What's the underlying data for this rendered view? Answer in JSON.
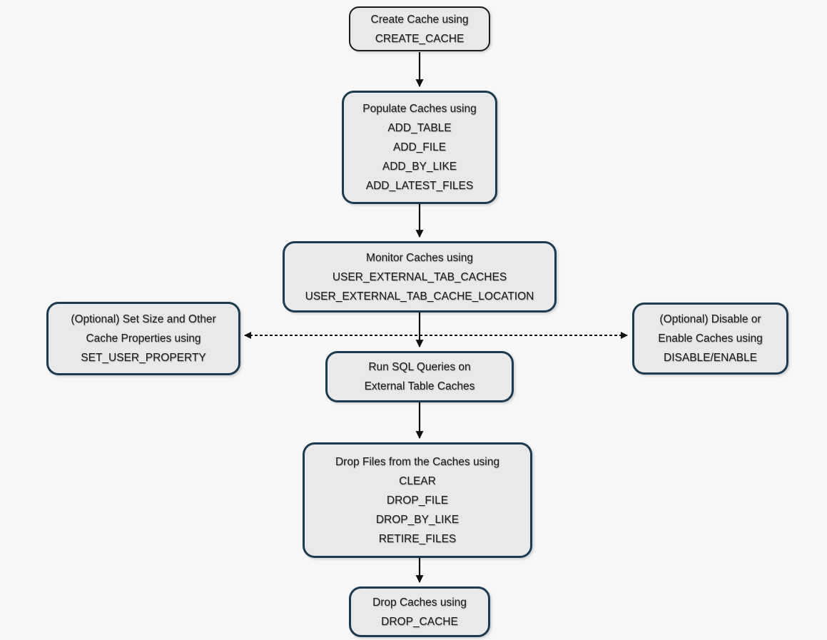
{
  "nodes": {
    "create_cache": {
      "lines": [
        "Create Cache using",
        "CREATE_CACHE"
      ]
    },
    "populate": {
      "lines": [
        "Populate Caches using",
        "ADD_TABLE",
        "ADD_FILE",
        "ADD_BY_LIKE",
        "ADD_LATEST_FILES"
      ]
    },
    "monitor": {
      "lines": [
        "Monitor Caches using",
        "USER_EXTERNAL_TAB_CACHES",
        "USER_EXTERNAL_TAB_CACHE_LOCATION"
      ]
    },
    "set_properties": {
      "lines": [
        "(Optional) Set Size and Other",
        "Cache Properties using",
        "SET_USER_PROPERTY"
      ]
    },
    "disable_enable": {
      "lines": [
        "(Optional) Disable or",
        "Enable Caches using",
        "DISABLE/ENABLE"
      ]
    },
    "run_sql": {
      "lines": [
        "Run SQL Queries on",
        "External Table Caches"
      ]
    },
    "drop_files": {
      "lines": [
        "Drop Files from the Caches using",
        "CLEAR",
        "DROP_FILE",
        "DROP_BY_LIKE",
        "RETIRE_FILES"
      ]
    },
    "drop_cache": {
      "lines": [
        "Drop Caches using",
        "DROP_CACHE"
      ]
    }
  },
  "colors": {
    "background": "#f7f7f7",
    "node_fill": "#e9e9e9",
    "node_border": "#1d3a4e",
    "first_node_border": "#1a1a1a",
    "text": "#1a1a1a",
    "arrow": "#111111"
  }
}
